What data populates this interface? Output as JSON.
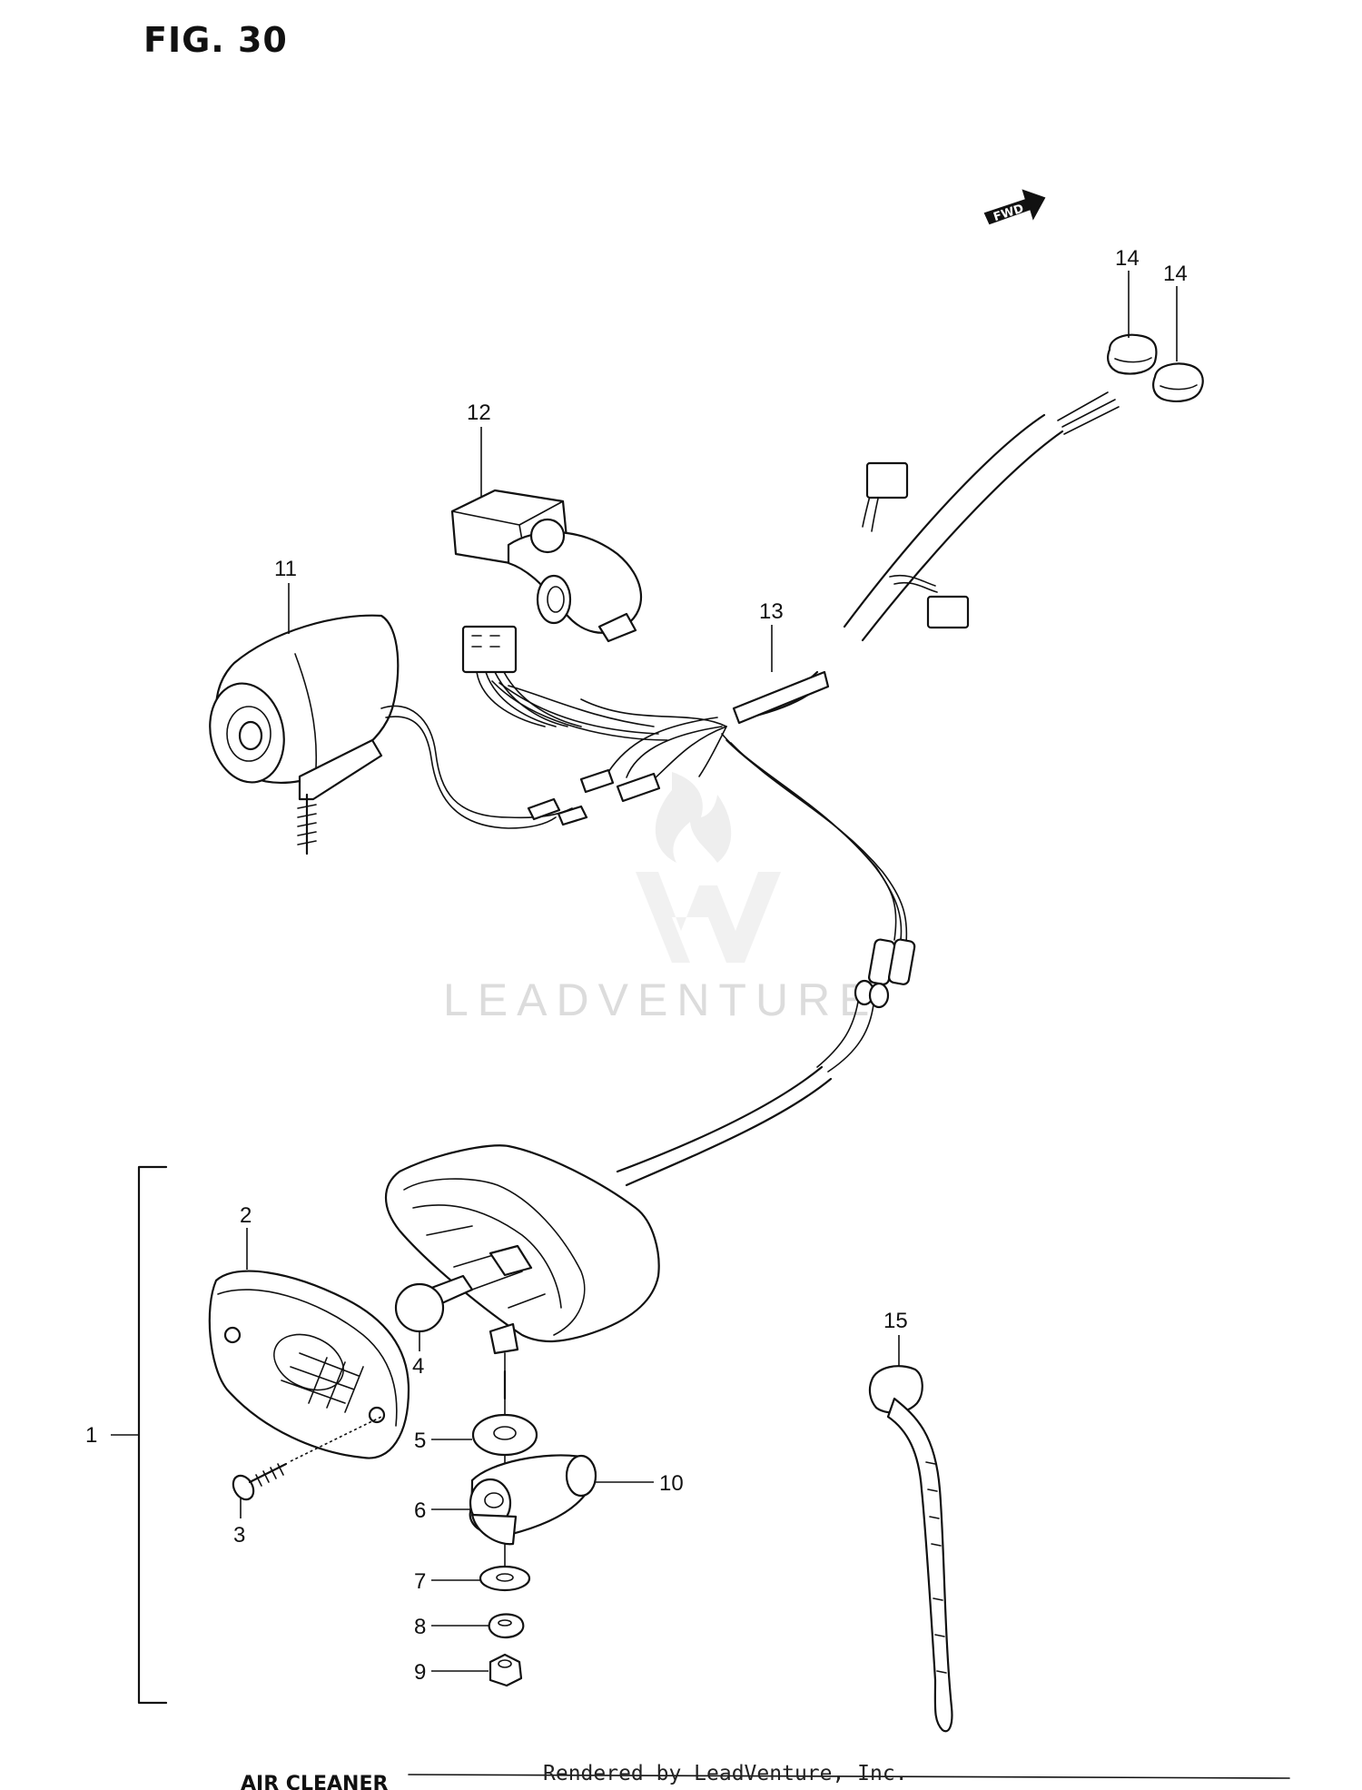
{
  "figure": {
    "title": "FIG. 30",
    "fwd_label": "FWD",
    "watermark": "LEADVENTURE",
    "footer": "Rendered by LeadVenture, Inc.",
    "cropped_caption": "AIR CLEANER"
  },
  "callouts": [
    {
      "id": "1",
      "label": "1"
    },
    {
      "id": "2",
      "label": "2"
    },
    {
      "id": "3",
      "label": "3"
    },
    {
      "id": "4",
      "label": "4"
    },
    {
      "id": "5",
      "label": "5"
    },
    {
      "id": "6",
      "label": "6"
    },
    {
      "id": "7",
      "label": "7"
    },
    {
      "id": "8",
      "label": "8"
    },
    {
      "id": "9",
      "label": "9"
    },
    {
      "id": "10",
      "label": "10"
    },
    {
      "id": "11",
      "label": "11"
    },
    {
      "id": "12",
      "label": "12"
    },
    {
      "id": "13",
      "label": "13"
    },
    {
      "id": "14a",
      "label": "14"
    },
    {
      "id": "14b",
      "label": "14"
    },
    {
      "id": "15",
      "label": "15"
    }
  ]
}
